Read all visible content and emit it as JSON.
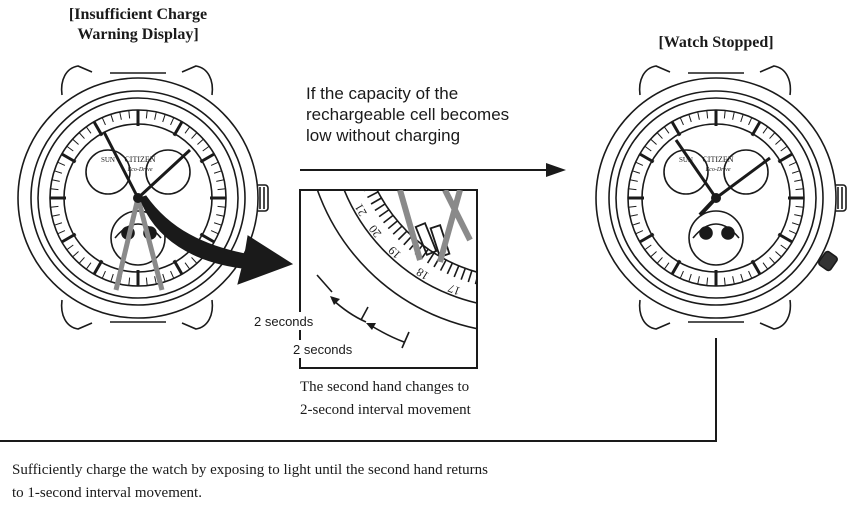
{
  "left_title": [
    "[Insufficient Charge",
    "Warning Display]"
  ],
  "right_title": "[Watch Stopped]",
  "arrow_caption": [
    "If the capacity of the",
    "rechargeable cell becomes",
    "low without charging"
  ],
  "zoom_caption": [
    "The second hand changes to",
    "2-second interval movement"
  ],
  "interval_labels": [
    "2 seconds",
    "2 seconds"
  ],
  "bottom_note": [
    "Sufficiently charge the watch by exposing to light until the second hand returns",
    "to 1-second interval movement."
  ],
  "watch": {
    "brand": "CITIZEN",
    "sub_brand": "Eco-Drive",
    "day": "SUN"
  },
  "zoom_numerals": [
    "21",
    "20",
    "19",
    "18",
    "17"
  ],
  "colors": {
    "ink": "#1a1a1a",
    "gray_hand": "#8a8a8a",
    "paper": "#ffffff"
  }
}
